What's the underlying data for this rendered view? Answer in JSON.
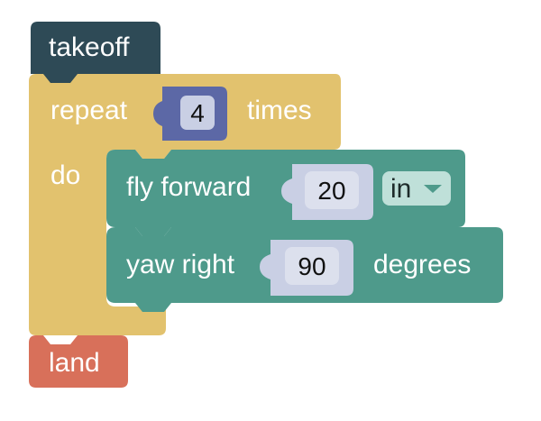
{
  "workspace": {
    "blocks": {
      "takeoff": {
        "label": "takeoff",
        "color": "#2e4a56"
      },
      "repeat": {
        "label_prefix": "repeat",
        "count": "4",
        "label_suffix": "times",
        "do_label": "do",
        "color": "#e2c26e",
        "input_color": "#5c68a6"
      },
      "fly_forward": {
        "label": "fly forward",
        "distance": "20",
        "unit": "in",
        "color": "#4e9a8b",
        "dropdown_arrow_icon": "triangle-down"
      },
      "yaw_right": {
        "label": "yaw right",
        "angle": "90",
        "suffix": "degrees",
        "color": "#4e9a8b"
      },
      "land": {
        "label": "land",
        "color": "#d8705a"
      }
    },
    "number_input_color": "#c9cfe4"
  }
}
